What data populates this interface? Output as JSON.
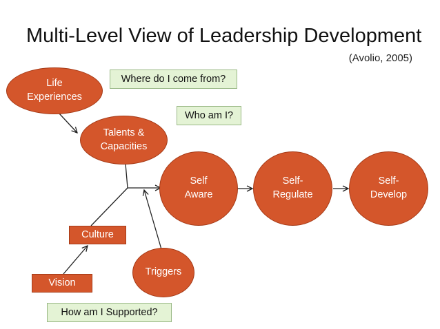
{
  "title": "Multi-Level View of Leadership Development",
  "citation": "(Avolio, 2005)",
  "nodes": {
    "life_experiences": "Life\nExperiences",
    "talents_capacities": "Talents &\nCapacities",
    "self_aware": "Self\nAware",
    "self_regulate": "Self-\nRegulate",
    "self_develop": "Self-\nDevelop",
    "culture": "Culture",
    "vision": "Vision",
    "triggers": "Triggers"
  },
  "questions": {
    "where_from": "Where do I come from?",
    "who_am_i": "Who am I?",
    "supported": "How am I Supported?"
  },
  "colors": {
    "node_fill": "#d4562b",
    "question_fill": "#e4f3d5"
  }
}
